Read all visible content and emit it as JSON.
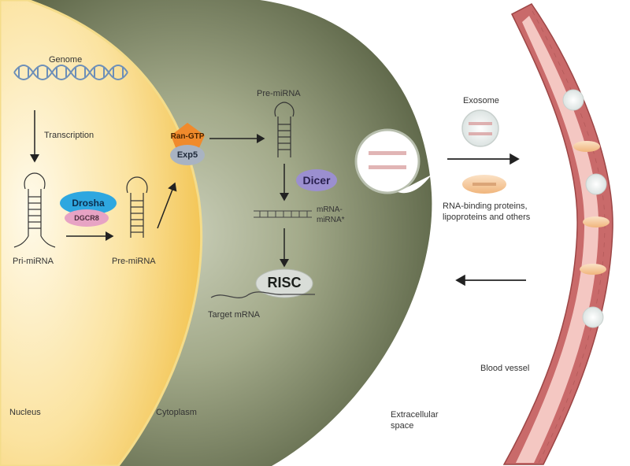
{
  "labels": {
    "genome": "Genome",
    "transcription": "Transcription",
    "pri_mirna": "Pri-miRNA",
    "pre_mirna_nucleus": "Pre-miRNA",
    "drosha": "Drosha",
    "dgcr8": "DGCR8",
    "ran_gtp": "Ran-GTP",
    "exp5": "Exp5",
    "pre_mirna_cytoplasm": "Pre-miRNA",
    "dicer": "Dicer",
    "mrna_mirna_line1": "mRNA-",
    "mrna_mirna_line2": "miRNA*",
    "risc": "RISC",
    "target_mrna": "Target mRNA",
    "exosome": "Exosome",
    "rbp_line1": "RNA-binding proteins,",
    "rbp_line2": "lipoproteins and others",
    "blood_vessel": "Blood vessel",
    "nucleus": "Nucleus",
    "cytoplasm": "Cytoplasm",
    "extracellular_line1": "Extracellular",
    "extracellular_line2": "space"
  },
  "colors": {
    "nucleus": "#f7cf5a",
    "cytoplasm": "#6f7859",
    "drosha": "#2ea7e0",
    "dgcr8": "#e7a3c4",
    "ran_gtp": "#f08a2c",
    "exp5": "#a9b3c2",
    "dicer": "#9b8fd0",
    "vessel_wall": "#c96a6a",
    "vessel_lumen": "#f4c7c2"
  }
}
